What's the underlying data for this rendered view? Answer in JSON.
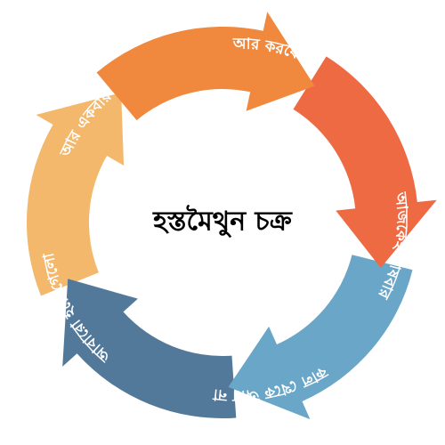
{
  "diagram": {
    "title": "হস্তমৈথুন চক্র",
    "segments": [
      {
        "label": "আর করবো না",
        "color": "#f0883d"
      },
      {
        "label": "আজকেই শেষবার",
        "color": "#ed6a43"
      },
      {
        "label": "কাল থেকে আর না",
        "color": "#6aa6c8"
      },
      {
        "label": "আবারো হয়ে গেলো",
        "color": "#53799a"
      },
      {
        "label": "আর একবার",
        "color": "#f4b86c"
      }
    ]
  }
}
